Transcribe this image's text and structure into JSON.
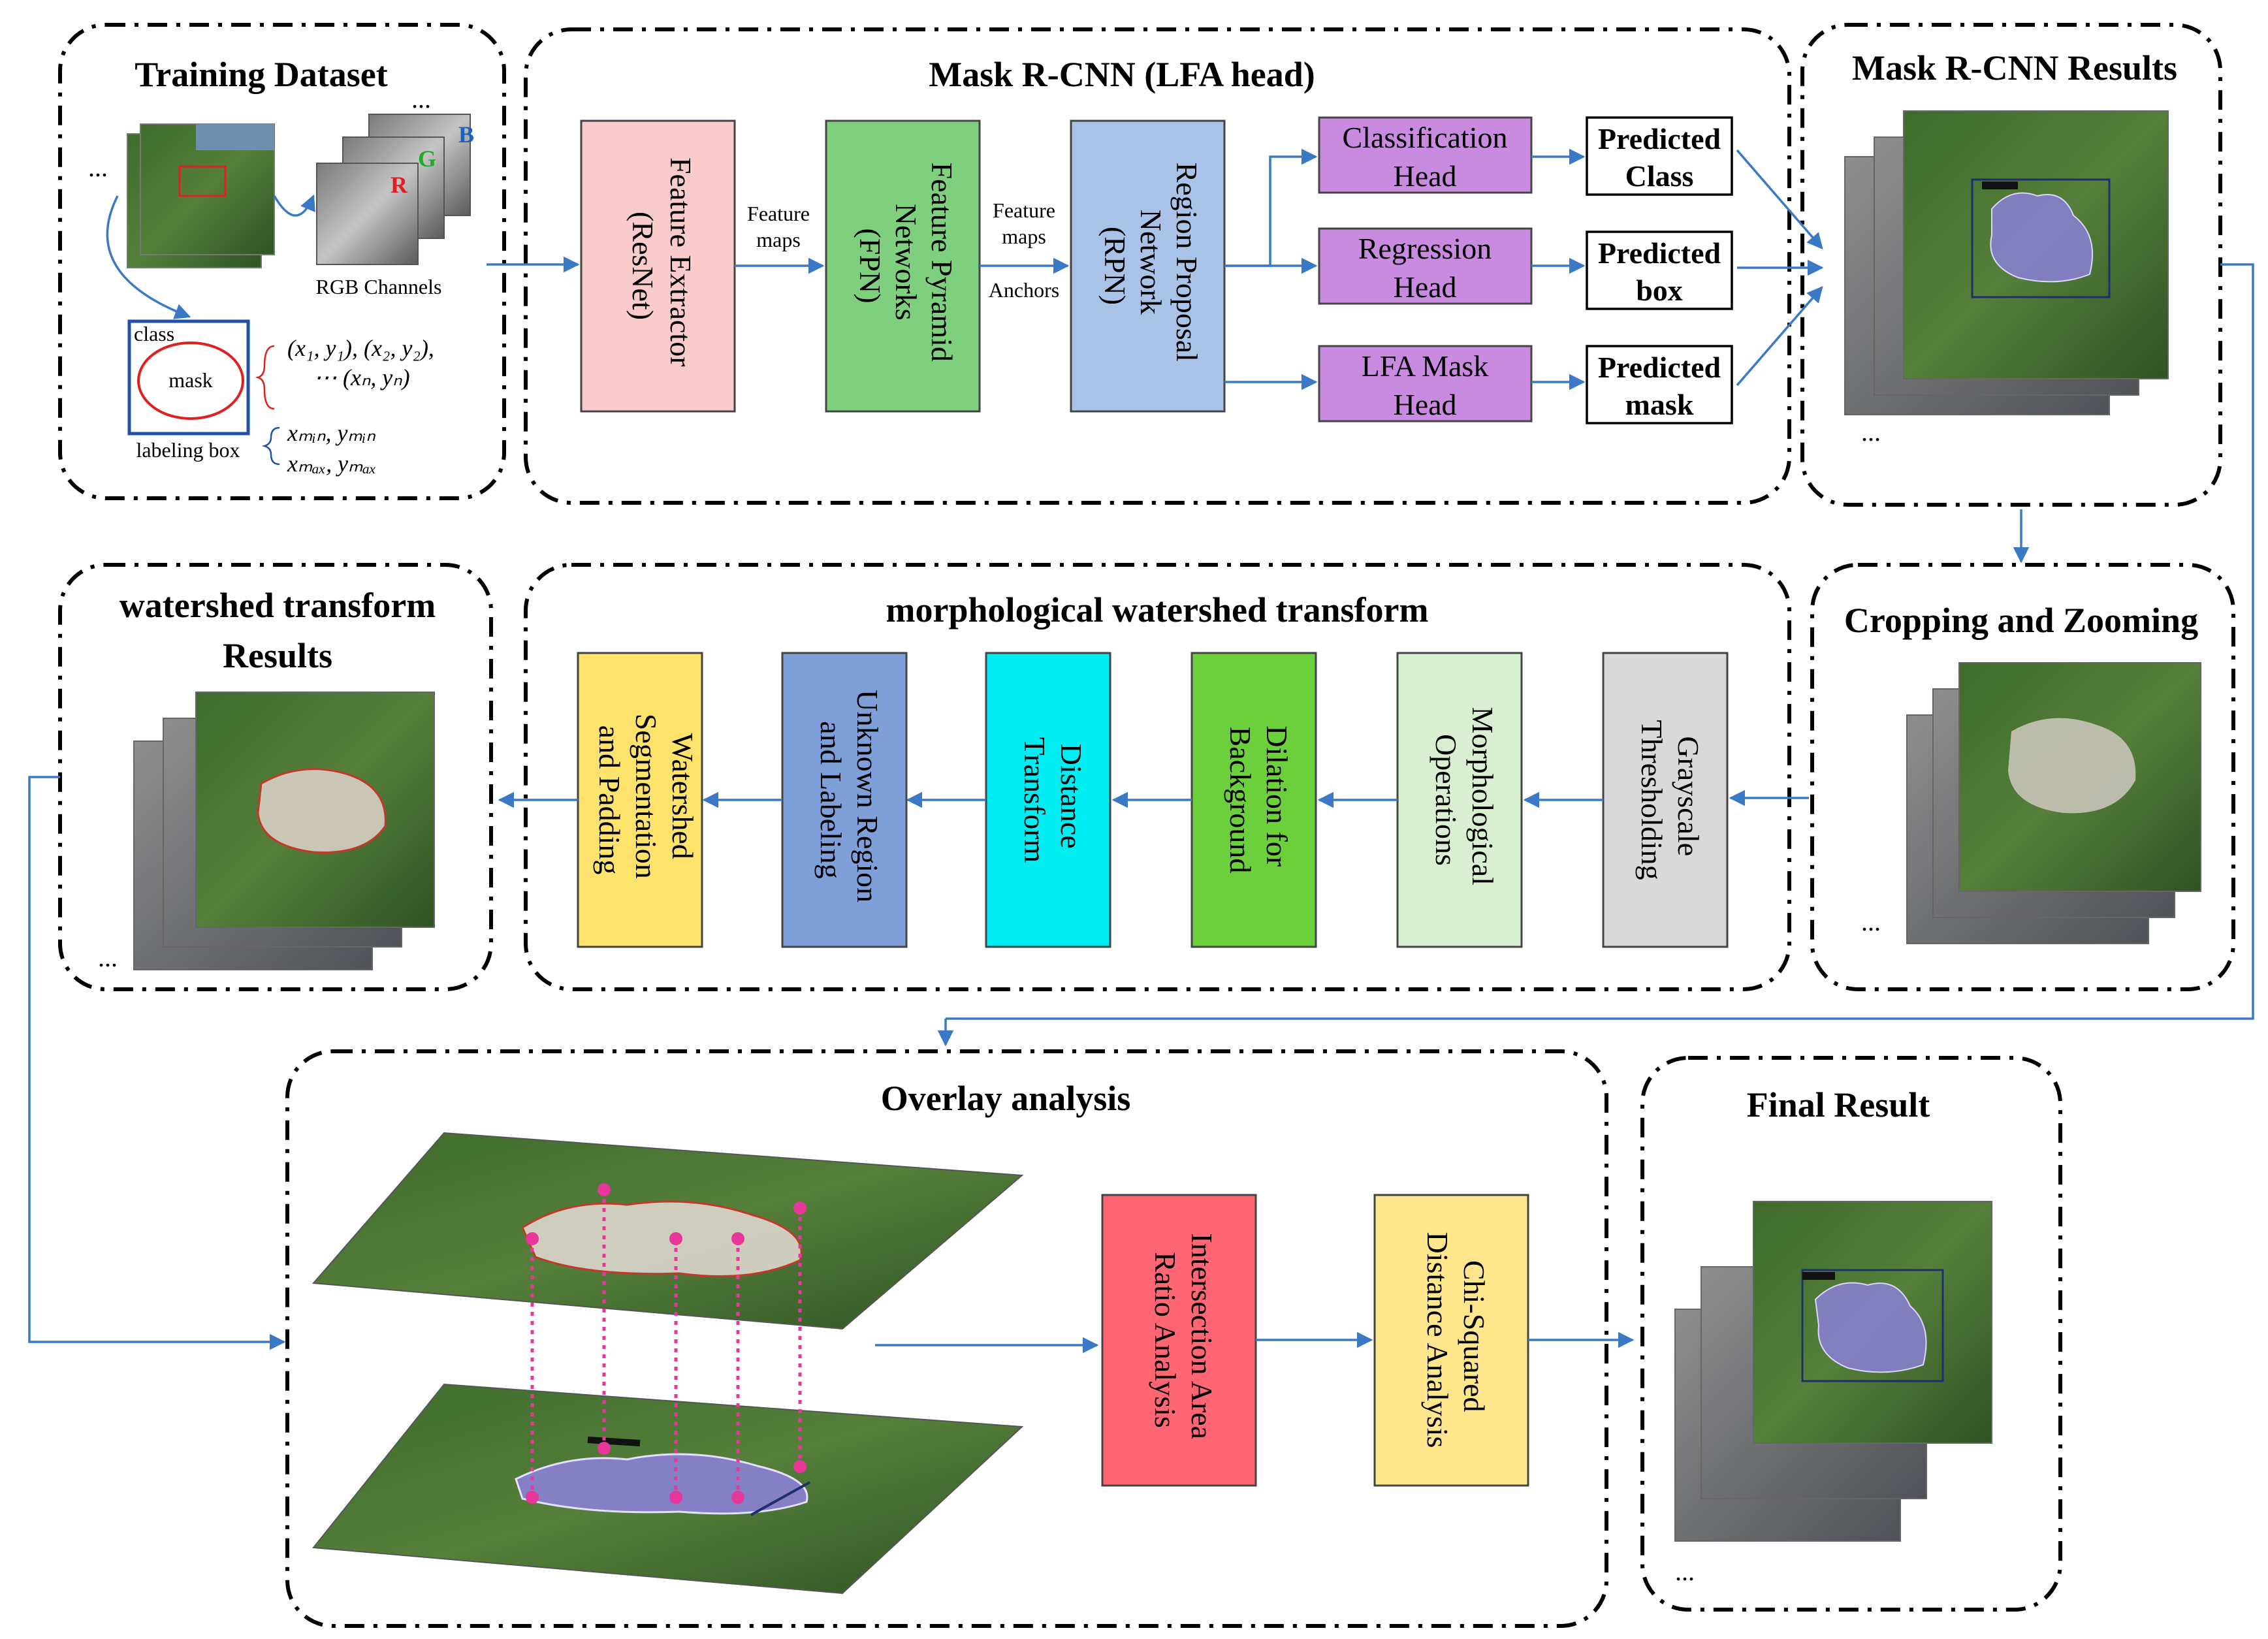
{
  "sections": {
    "training": "Training Dataset",
    "maskrcnn": "Mask R-CNN (LFA head)",
    "maskrcnn_results": "Mask R-CNN Results",
    "morph": "morphological watershed transform",
    "watershed_results_l1": "watershed transform",
    "watershed_results_l2": "Results",
    "cropping": "Cropping and Zooming",
    "overlay": "Overlay analysis",
    "final": "Final Result"
  },
  "training": {
    "rgb_caption": "RGB Channels",
    "r": "R",
    "g": "G",
    "b": "B",
    "class_label": "class",
    "mask_label": "mask",
    "labeling_box": "labeling box",
    "coords_l1": "(x₁, y₁), (x₂, y₂),",
    "coords_l2": "⋯ (xₙ, yₙ)",
    "bbox_l1": "xₘᵢₙ, yₘᵢₙ",
    "bbox_l2": "xₘₐₓ, yₘₐₓ",
    "ellipsis": "..."
  },
  "pipeline": {
    "feature_extractor_l1": "Feature Extractor",
    "feature_extractor_l2": "(ResNet)",
    "fpn_l1": "Feature Pyramid",
    "fpn_l2": "Networks",
    "fpn_l3": "(FPN)",
    "rpn_l1": "Region Proposal",
    "rpn_l2": "Network",
    "rpn_l3": "(RPN)",
    "feature_maps_1a": "Feature",
    "feature_maps_1b": "maps",
    "feature_maps_2a": "Feature",
    "feature_maps_2b": "maps",
    "anchors": "Anchors",
    "cls_head_l1": "Classification",
    "cls_head_l2": "Head",
    "reg_head_l1": "Regression",
    "reg_head_l2": "Head",
    "mask_head_l1": "LFA Mask",
    "mask_head_l2": "Head",
    "pred_class_l1": "Predicted",
    "pred_class_l2": "Class",
    "pred_box_l1": "Predicted",
    "pred_box_l2": "box",
    "pred_mask_l1": "Predicted",
    "pred_mask_l2": "mask"
  },
  "morph": {
    "grayscale_l1": "Grayscale",
    "grayscale_l2": "Thresholding",
    "morphological_l1": "Morphological",
    "morphological_l2": "Operations",
    "dilation_l1": "Dilation for",
    "dilation_l2": "Background",
    "distance_l1": "Distance",
    "distance_l2": "Transform",
    "unknown_l1": "Unknown Region",
    "unknown_l2": "and Labeling",
    "watershed_l1": "Watershed",
    "watershed_l2": "Segmentation",
    "watershed_l3": "and Padding"
  },
  "overlay": {
    "intersection_l1": "Intersection Area",
    "intersection_l2": "Ratio Analysis",
    "chi_l1": "Chi-Squared",
    "chi_l2": "Distance Analysis"
  },
  "colors": {
    "feature_extractor": "#f9cbcb",
    "fpn": "#7ed07e",
    "rpn": "#a9c3e8",
    "heads": "#c98be0",
    "grayscale": "#d9d9d9",
    "morphological": "#d9efd2",
    "dilation": "#6ccf3c",
    "distance": "#00eef2",
    "unknown": "#7f9fd9",
    "watershed": "#fde36c",
    "intersection": "#ff6674",
    "chi": "#fde68c",
    "arrow": "#3a79c6",
    "pins": "#e8379b"
  }
}
